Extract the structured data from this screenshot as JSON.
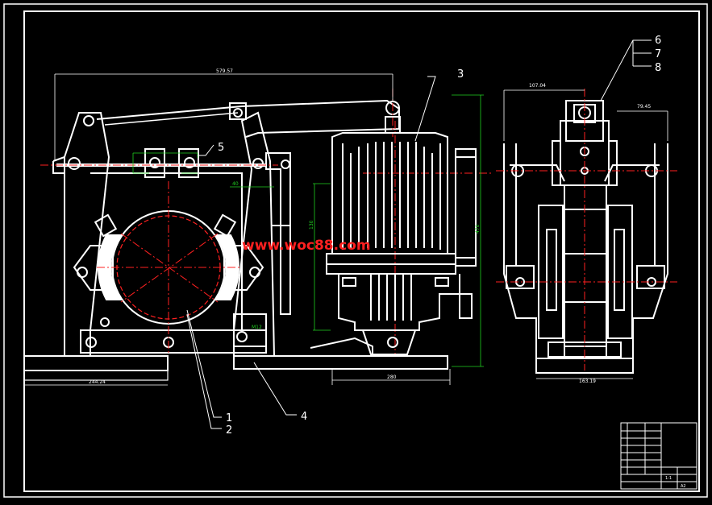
{
  "colors": {
    "background": "#000000",
    "lines": "#ffffff",
    "centerline": "#ff2020",
    "dimension": "#20d020",
    "magenta": "#ff30ff",
    "watermark": "#ff2020"
  },
  "callouts": {
    "c1": "1",
    "c2": "2",
    "c3": "3",
    "c4": "4",
    "c5": "5",
    "c6": "6",
    "c7": "7",
    "c8": "8"
  },
  "dimensions": {
    "top_width": "579.57",
    "base_left": "244.24",
    "base_motor": "280",
    "motor_height": "470",
    "thruster_height": "130",
    "side_top_left": "107.04",
    "side_top_right": "79.45",
    "side_base": "163.19",
    "arm_offset": "40",
    "pin": "M12"
  },
  "watermark": "www.woc88.com",
  "title_block": {
    "rows": [
      "",
      "",
      "",
      "",
      "",
      "",
      "",
      ""
    ],
    "scale": "1:1",
    "sheet": "A2"
  }
}
